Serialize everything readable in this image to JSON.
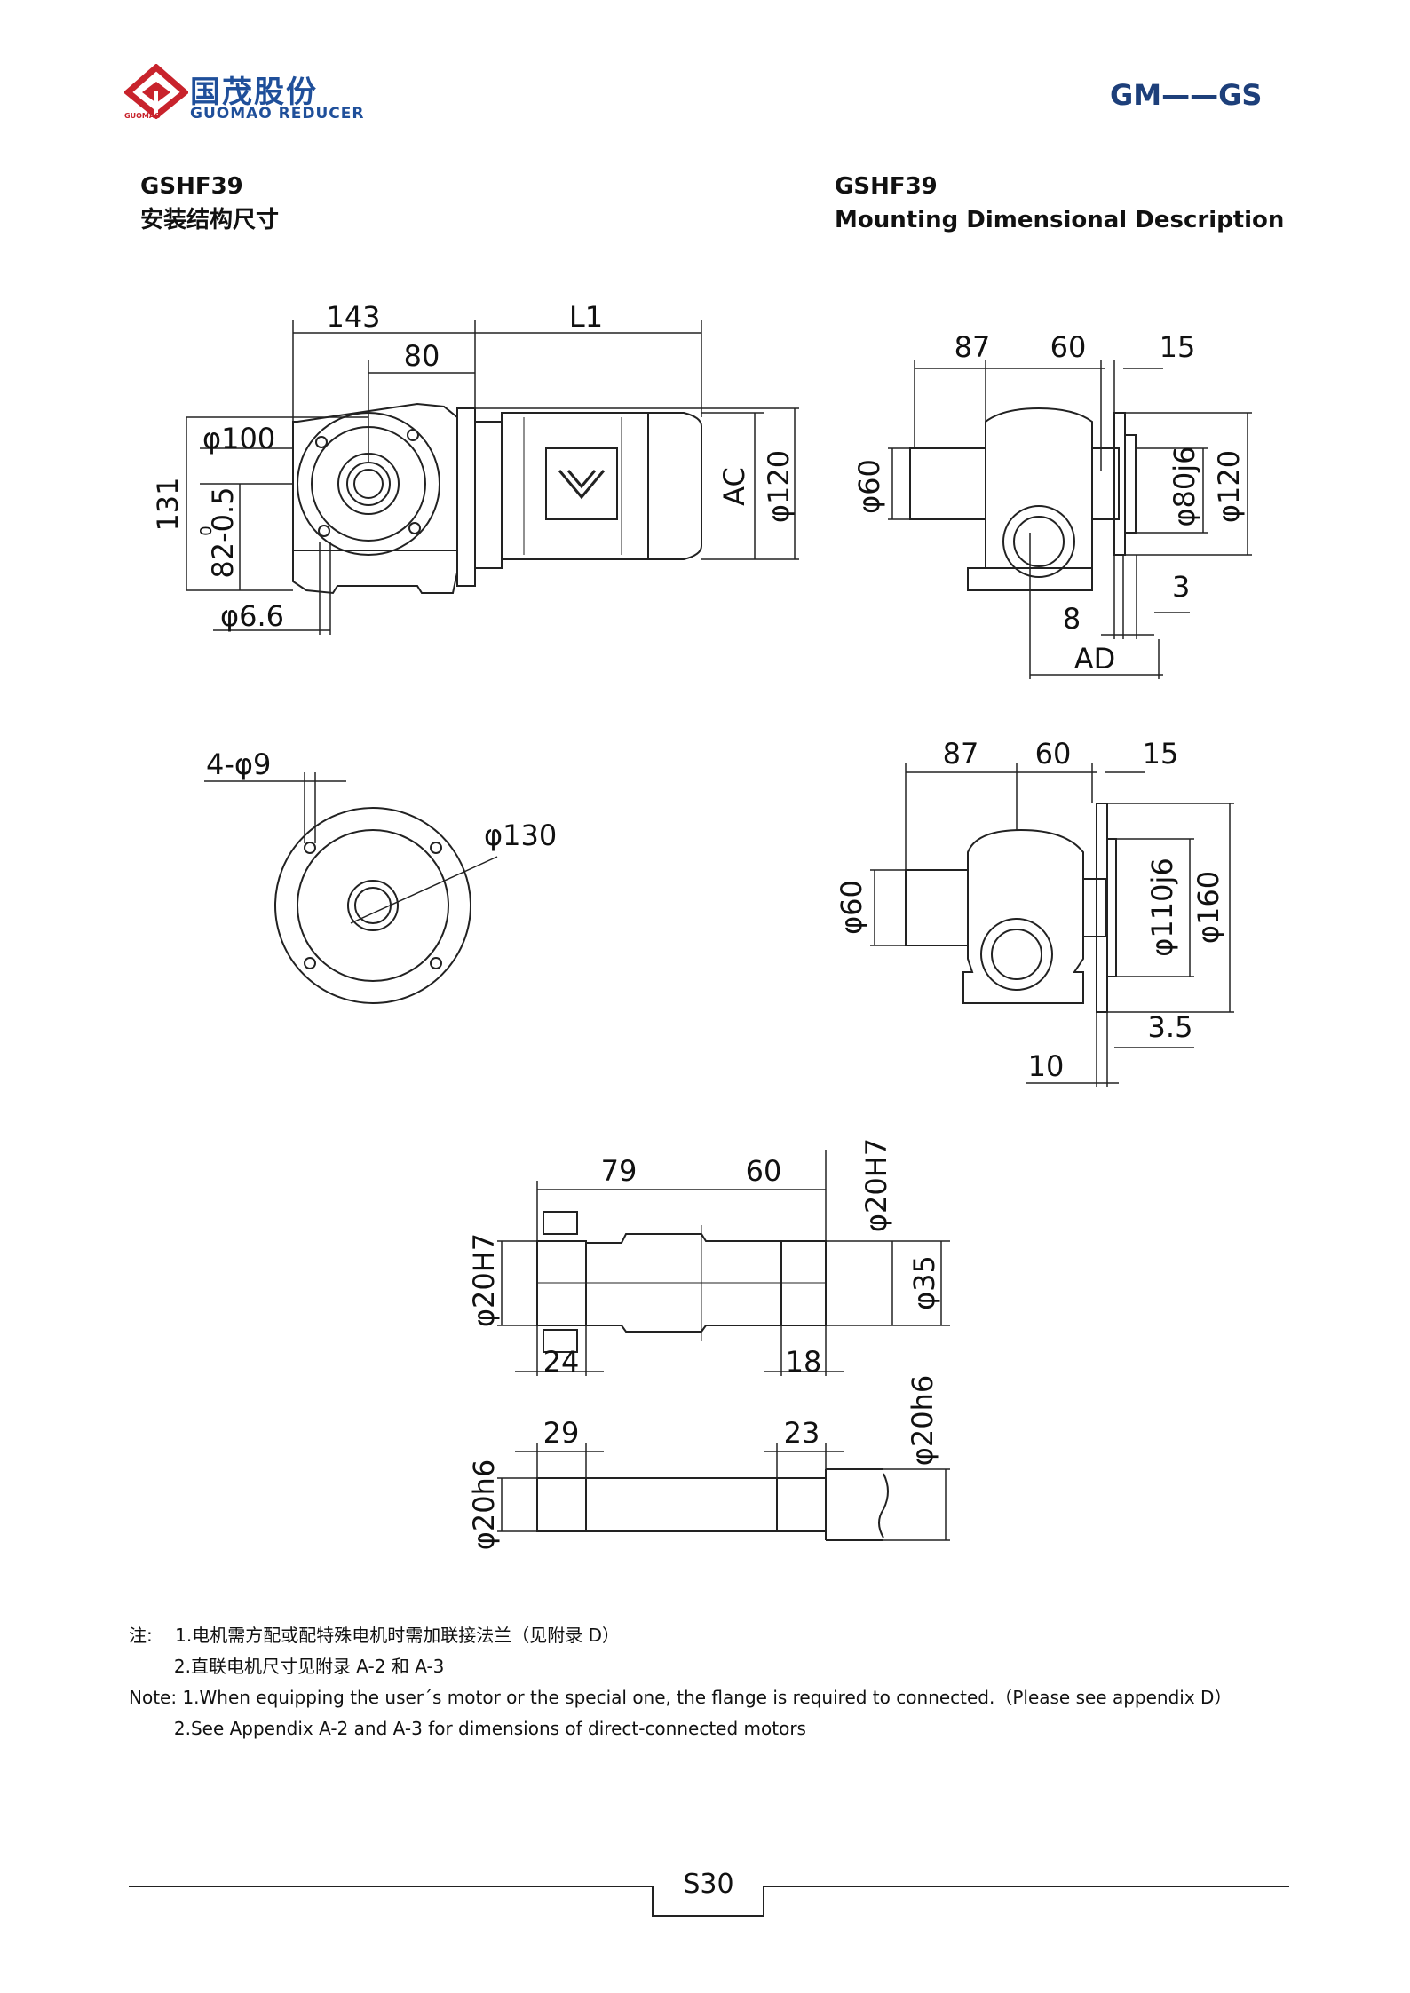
{
  "header": {
    "brand_cn": "国茂股份",
    "brand_en": "GUOMAO REDUCER",
    "brand_small": "GUOMAO",
    "series": "GM——GS",
    "logo_colors": {
      "red": "#c8232c",
      "blue": "#1f4f9a"
    }
  },
  "titles": {
    "left_model": "GSHF39",
    "left_caption": "安装结构尺寸",
    "right_model": "GSHF39",
    "right_caption": "Mounting Dimensional Description"
  },
  "dims": {
    "main": {
      "d143": "143",
      "dL1": "L1",
      "d80": "80",
      "d100": "φ100",
      "d131": "131",
      "d82": "82-0.5",
      "d82sup": "0",
      "d66": "φ6.6",
      "dAC": "AC",
      "d120": "φ120"
    },
    "side": {
      "d87": "87",
      "d60": "60",
      "d15": "15",
      "dphi60": "φ60",
      "d80j6": "φ80j6",
      "d120": "φ120",
      "d3": "3",
      "d8": "8",
      "dAD": "AD"
    },
    "flange": {
      "d4phi9": "4-φ9",
      "d130": "φ130"
    },
    "side2": {
      "d87": "87",
      "d60": "60",
      "d15": "15",
      "dphi60": "φ60",
      "d110j6": "φ110j6",
      "d160": "φ160",
      "d35": "3.5",
      "d10": "10"
    },
    "shaft": {
      "d79": "79",
      "d60": "60",
      "d20H7top": "φ20H7",
      "d20H7left": "φ20H7",
      "d35": "φ35",
      "d24": "24",
      "d18": "18",
      "d29": "29",
      "d23": "23",
      "d20h6right": "φ20h6",
      "d20h6left": "φ20h6"
    }
  },
  "notes": {
    "cn1": "注:    1.电机需方配或配特殊电机时需加联接法兰（见附录 D）",
    "cn2": "        2.直联电机尺寸见附录 A-2 和 A-3",
    "en1": "Note: 1.When equipping the user´s motor or the special one, the flange is required to connected.（Please see appendix D）",
    "en2": "        2.See Appendix A-2 and A-3 for dimensions of direct-connected motors"
  },
  "footer": {
    "page": "S30"
  }
}
